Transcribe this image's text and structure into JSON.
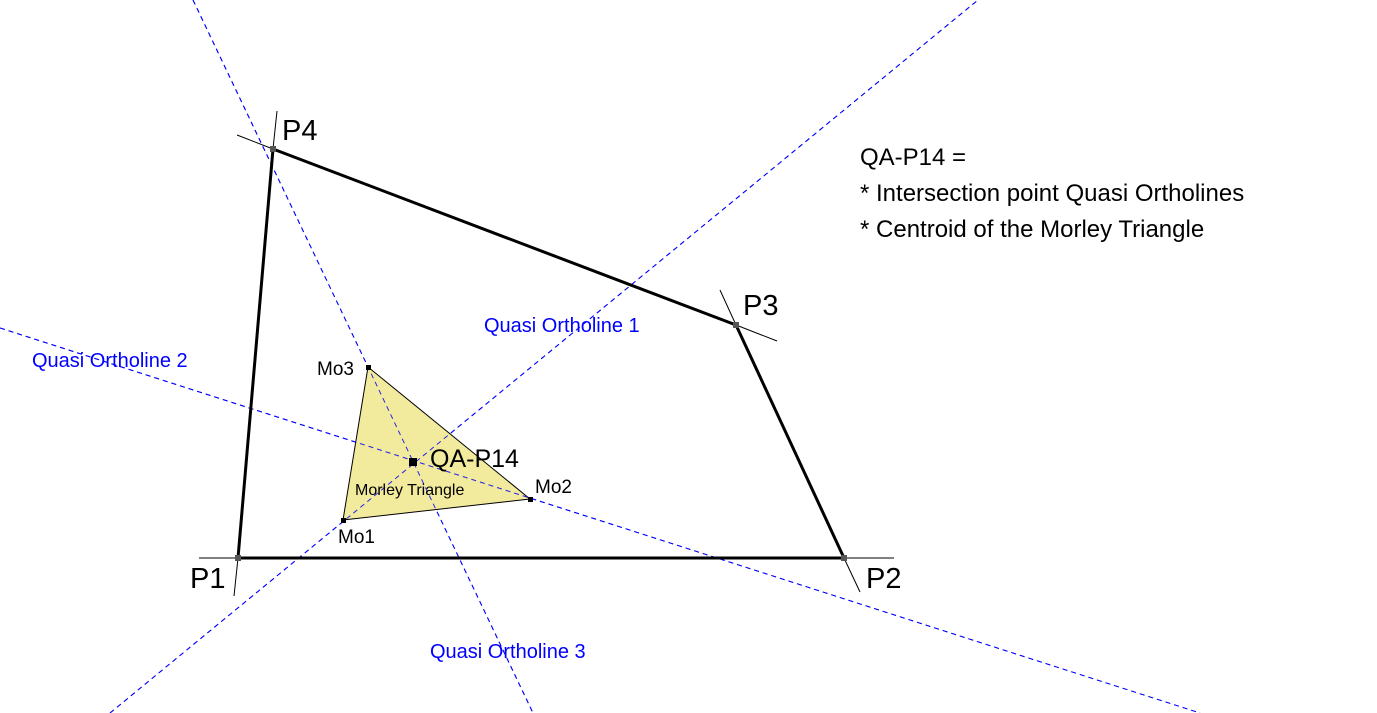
{
  "points": {
    "p1": "P1",
    "p2": "P2",
    "p3": "P3",
    "p4": "P4"
  },
  "morley": {
    "mo1": "Mo1",
    "mo2": "Mo2",
    "mo3": "Mo3",
    "label": "Morley Triangle",
    "fill": "#f0e68c"
  },
  "center": "QA-P14",
  "lines": {
    "l1": "Quasi Ortholine 1",
    "l2": "Quasi Ortholine 2",
    "l3": "Quasi Ortholine 3",
    "color": "#0000ff"
  },
  "note": {
    "line1": "QA-P14 =",
    "line2": "* Intersection point Quasi Ortholines",
    "line3": "* Centroid of the Morley Triangle"
  }
}
